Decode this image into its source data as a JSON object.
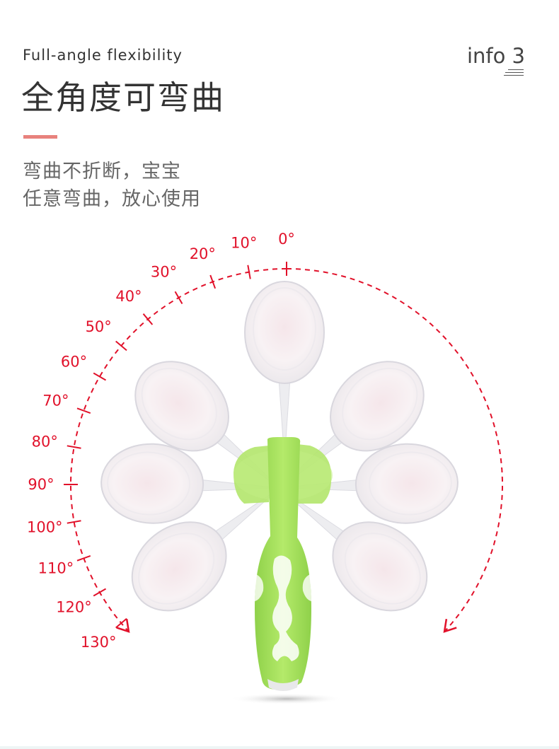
{
  "header": {
    "subtitle_en": "Full-angle flexibility",
    "title_cn": "全角度可弯曲",
    "info_label": "info 3"
  },
  "description": {
    "line1": "弯曲不折断，宝宝",
    "line2": "任意弯曲，放心使用"
  },
  "angle_scale": {
    "labels": [
      "0°",
      "10°",
      "20°",
      "30°",
      "40°",
      "50°",
      "60°",
      "70°",
      "80°",
      "90°",
      "100°",
      "110°",
      "120°",
      "130°"
    ]
  },
  "colors": {
    "accent_bar": "#e8827d",
    "arc_red": "#e1112a",
    "handle_green": "#a6e05a",
    "title_text": "#333333",
    "desc_text": "#666666"
  },
  "icons": {
    "info_lines": "stacked-lines-icon"
  }
}
